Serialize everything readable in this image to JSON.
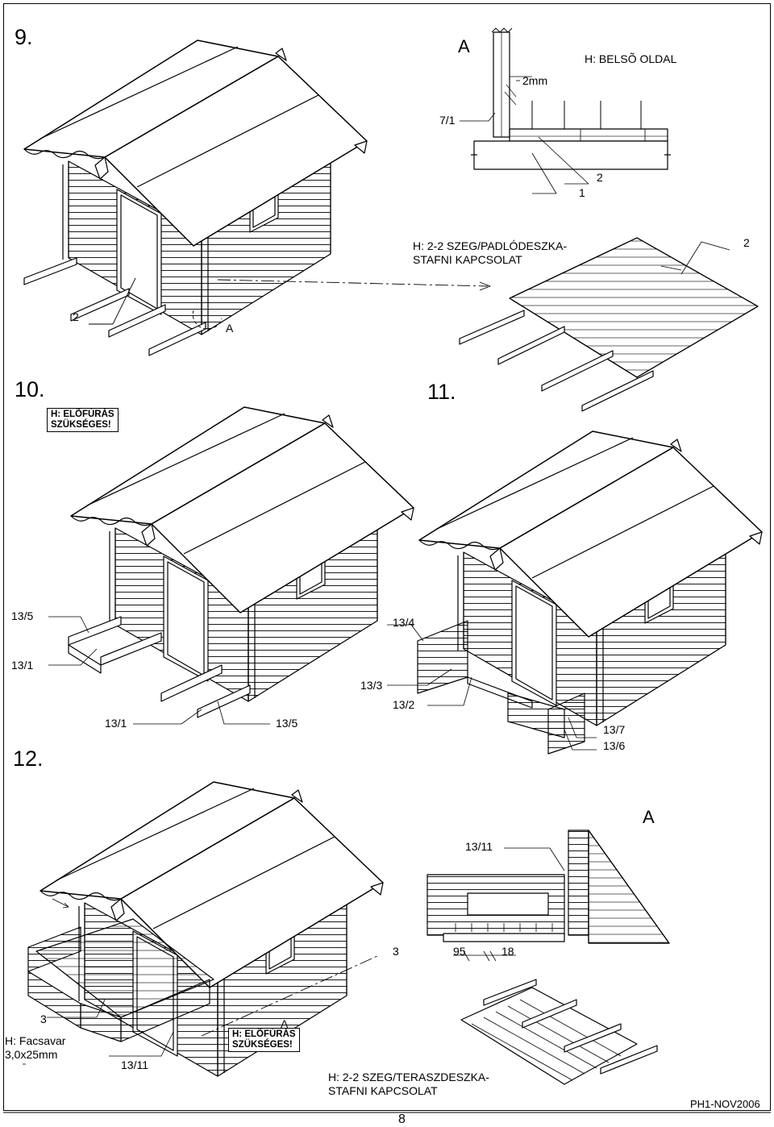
{
  "steps": {
    "step9": "9.",
    "step10": "10.",
    "step11": "11.",
    "step12": "12."
  },
  "detail_floor": {
    "marker": "A",
    "inside": "H: BELSÕ OLDAL",
    "gap": "2mm",
    "part_71": "7/1",
    "part_2": "2",
    "part_1": "1"
  },
  "floor_connection": {
    "line1": "H: 2-2 SZEG/PADLÓDESZKA-",
    "line2": "STAFNI KAPCSOLAT",
    "part_2": "2"
  },
  "step9_labels": {
    "part_2": "2",
    "marker": "A"
  },
  "step10": {
    "warn_line1": "H: ELÕFÚRÁS",
    "warn_line2": "SZÜKSÉGES!",
    "p135_left": "13/5",
    "p131_left": "13/1",
    "p131_bottom": "13/1",
    "p135_bottom": "13/5"
  },
  "step11": {
    "p134": "13/4",
    "p133": "13/3",
    "p132": "13/2",
    "p137": "13/7",
    "p136": "13/6"
  },
  "detail_terrace": {
    "marker": "A",
    "p1311": "13/11",
    "part_3": "3",
    "dim_95": "95",
    "dim_18": "18"
  },
  "step12": {
    "part_3": "3",
    "screw_line1": "H: Facsavar",
    "screw_line2": "3,0x25mm",
    "p1311": "13/11",
    "marker": "A",
    "warn_line1": "H: ELÕFÚRÁS",
    "warn_line2": "SZÜKSÉGES!"
  },
  "terrace_connection": {
    "line1": "H: 2-2 SZEG/TERASZDESZKA-",
    "line2": "STAFNI KAPCSOLAT"
  },
  "footer": {
    "page_number": "8",
    "doc_code": "PH1-NOV2006"
  }
}
